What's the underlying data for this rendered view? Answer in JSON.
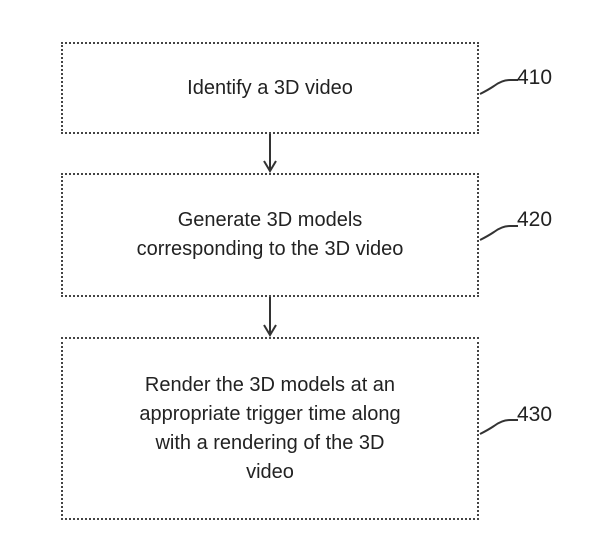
{
  "steps": [
    {
      "ref": "410",
      "lines": [
        "Identify a 3D video"
      ]
    },
    {
      "ref": "420",
      "lines": [
        "Generate 3D models",
        "corresponding to the 3D video"
      ]
    },
    {
      "ref": "430",
      "lines": [
        "Render the 3D models at an",
        "appropriate trigger time along",
        "with a rendering of the 3D",
        "video"
      ]
    }
  ]
}
